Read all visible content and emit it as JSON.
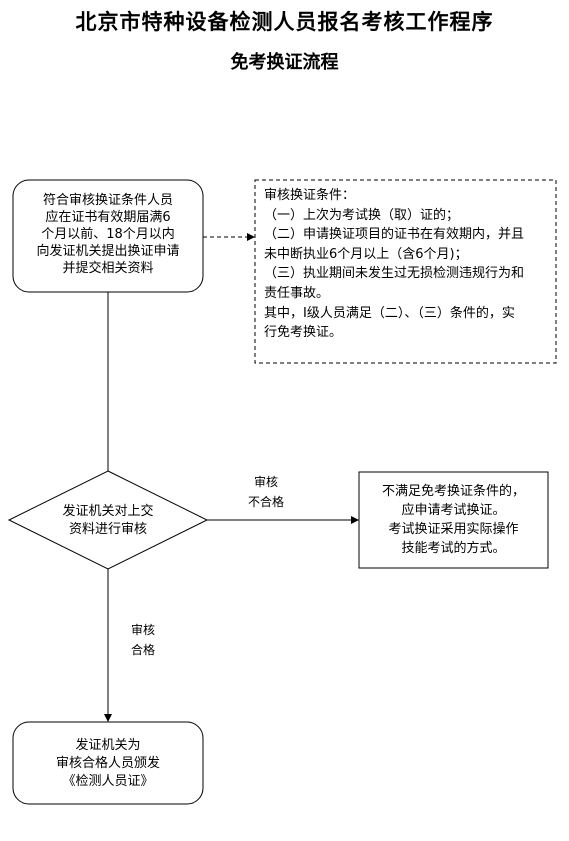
{
  "header": {
    "title": "北京市特种设备检测人员报名考核工作程序",
    "subtitle": "免考换证流程"
  },
  "nodes": {
    "start": {
      "lines": [
        "符合审核换证条件人员",
        "应在证书有效期届满6",
        "个月以前、18个月以内",
        "向发证机关提出换证申请",
        "并提交相关资料"
      ]
    },
    "conditions": {
      "lines": [
        "审核换证条件：",
        "（一）上次为考试换（取）证的；",
        "（二）申请换证项目的证书在有效期内，并且",
        "未中断执业6个月以上（含6个月)；",
        "（三）执业期间未发生过无损检测违规行为和",
        "责任事故。",
        "其中，I级人员满足（二）、（三）条件的，实",
        "行免考换证。"
      ]
    },
    "review": {
      "lines": [
        "发证机关对上交",
        "资料进行审核"
      ]
    },
    "fail_result": {
      "lines": [
        "不满足免考换证条件的，",
        "应申请考试换证。",
        "考试换证采用实际操作",
        "技能考试的方式。"
      ]
    },
    "issue": {
      "lines": [
        "发证机关为",
        "审核合格人员颁发",
        "《检测人员证》"
      ]
    }
  },
  "edges": {
    "fail_label": [
      "审核",
      "不合格"
    ],
    "pass_label": [
      "审核",
      "合格"
    ]
  }
}
